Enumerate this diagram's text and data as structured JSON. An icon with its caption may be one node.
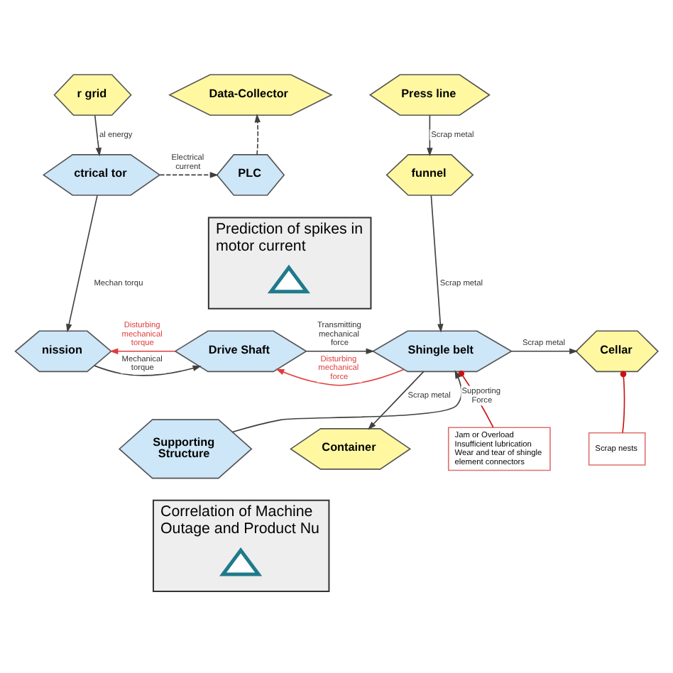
{
  "diagram": {
    "nodes": [
      {
        "text": [
          "r grid"
        ]
      },
      {
        "text": [
          "Data-Collector"
        ]
      },
      {
        "text": [
          "Press line"
        ]
      },
      {
        "text": [
          "ctrical tor"
        ]
      },
      {
        "text": [
          "PLC"
        ]
      },
      {
        "text": [
          "funnel"
        ]
      },
      {
        "text": [
          "Prediction of spikes in motor current"
        ]
      },
      {
        "text": [],
        "shape": "triangle",
        "in": 6
      },
      {
        "text": [
          "nission"
        ]
      },
      {
        "text": [
          "Drive Shaft"
        ]
      },
      {
        "text": [
          "Shingle belt"
        ]
      },
      {
        "text": [
          "Cellar"
        ]
      },
      {
        "text": [
          "Jam or Overload",
          "Insufficient lubrication",
          "Wear and tear of shingle element connectors"
        ]
      },
      {
        "text": [
          "Scrap nests"
        ]
      },
      {
        "text": [
          "Supporting Structure"
        ]
      },
      {
        "text": [
          "Container"
        ]
      },
      {
        "text": [
          "Correlation of Machine Outage and Product Nu"
        ]
      },
      {
        "text": [],
        "shape": "triangle",
        "in": 16
      }
    ],
    "edges": [
      {
        "from": 0,
        "to": 3,
        "arrow": "to",
        "label": "al energy"
      },
      {
        "from": 3,
        "to": 4,
        "arrow": "to",
        "label": "Electrical current",
        "style": "dashed"
      },
      {
        "from": 4,
        "to": 1,
        "arrow": "to",
        "style": "dashed"
      },
      {
        "from": 2,
        "to": 5,
        "arrow": "to",
        "label": "Scrap metal"
      },
      {
        "from": 5,
        "to": 10,
        "arrow": "to",
        "label": "Scrap metal"
      },
      {
        "from": 3,
        "to": 8,
        "arrow": "to",
        "label": "Mechan torqu"
      },
      {
        "from": 8,
        "to": 9,
        "arrow": "to",
        "label": "Mechanical torque"
      },
      {
        "from": 9,
        "to": 8,
        "arrow": "to",
        "label": "Disturbing mechanical torque",
        "color": "#e03c3c"
      },
      {
        "from": 9,
        "to": 10,
        "arrow": "to",
        "label": "Transmitting mechanical force"
      },
      {
        "from": 10,
        "to": 9,
        "arrow": "to",
        "label": "Disturbing mechanical force",
        "color": "#e03c3c"
      },
      {
        "from": 10,
        "to": 11,
        "arrow": "to",
        "label": "Scrap metal"
      },
      {
        "from": 12,
        "to": 10,
        "arrow": "other",
        "color": "#cc1111"
      },
      {
        "from": 13,
        "to": 11,
        "arrow": "other",
        "color": "#cc1111"
      },
      {
        "from": 14,
        "to": 10,
        "arrow": "to",
        "label": "Supporting Force"
      },
      {
        "from": 10,
        "to": 15,
        "arrow": "to",
        "label": "Scrap metal"
      }
    ]
  }
}
